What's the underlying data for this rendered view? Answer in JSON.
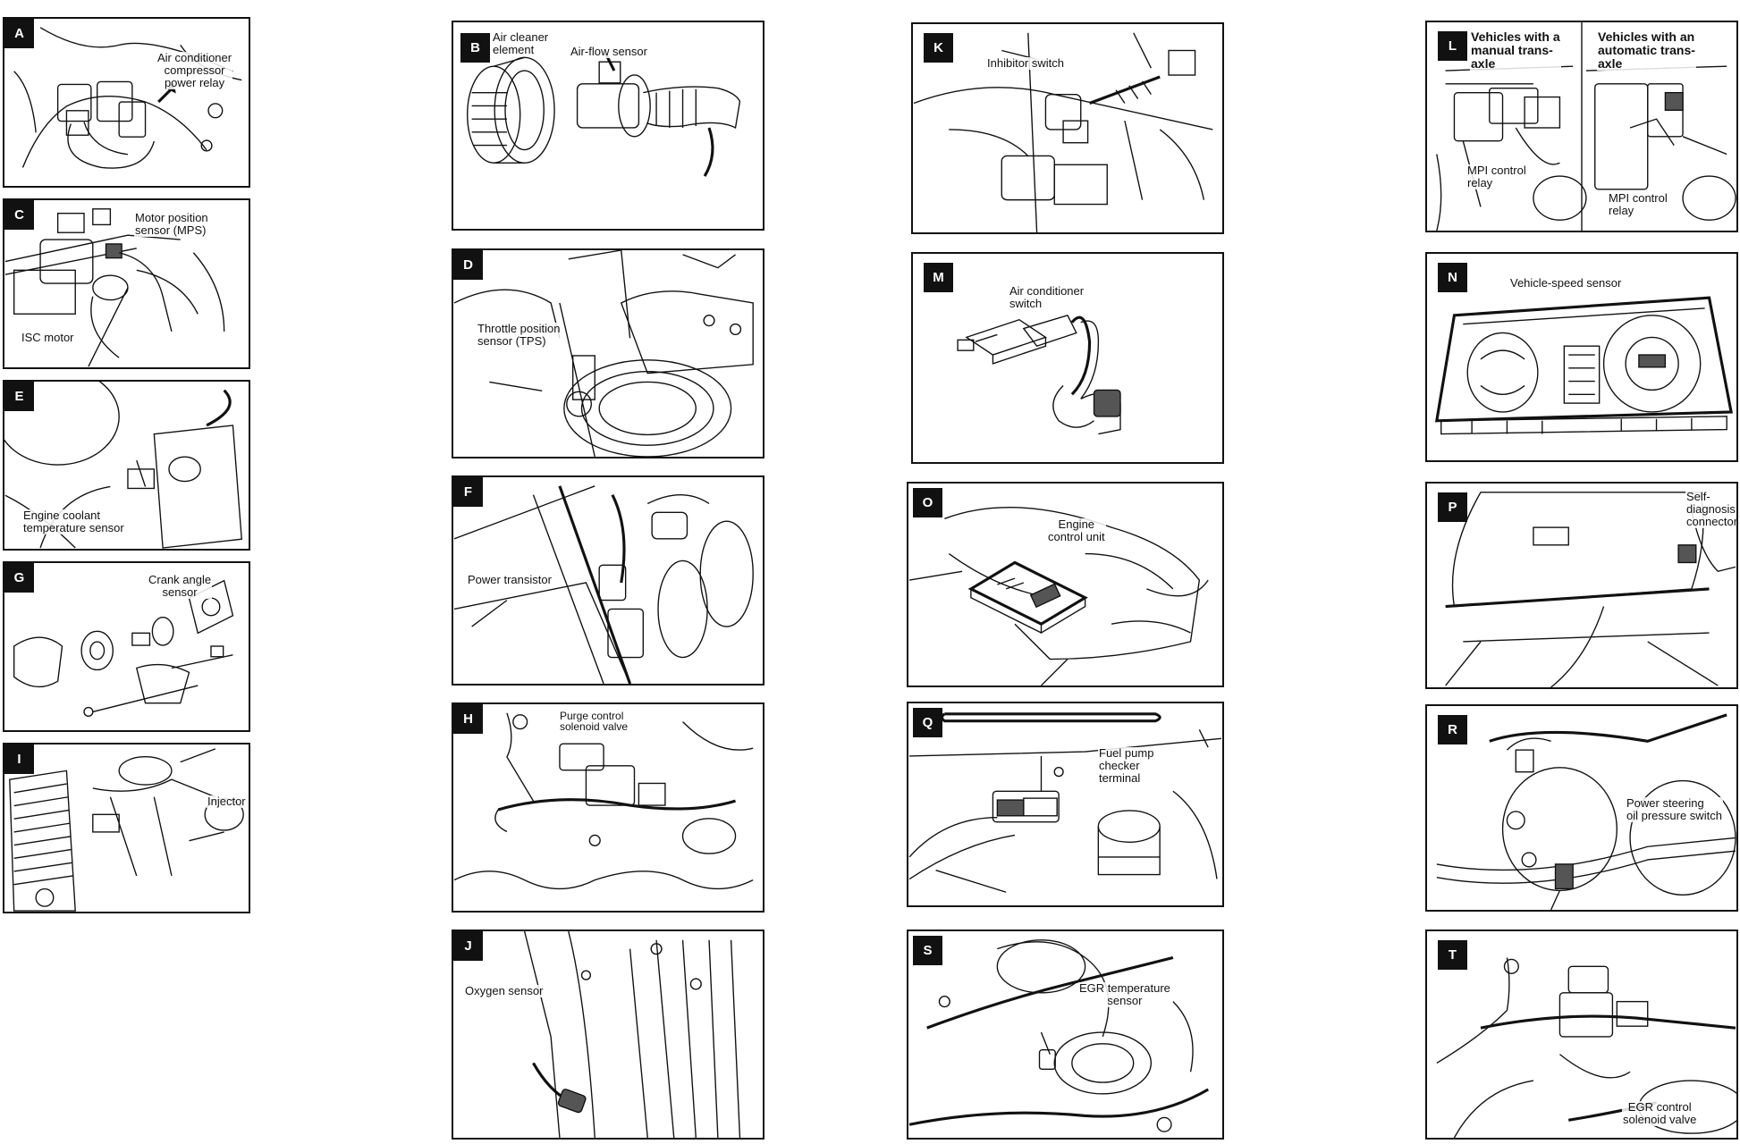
{
  "colors": {
    "ink": "#111111",
    "paper": "#ffffff"
  },
  "panels": [
    {
      "id": "A",
      "labels": [
        "Air conditioner\ncompressor\npower relay"
      ]
    },
    {
      "id": "B",
      "labels": [
        "Air cleaner\nelement",
        "Air-flow sensor"
      ]
    },
    {
      "id": "C",
      "labels": [
        "Motor position\nsensor (MPS)",
        "ISC motor"
      ]
    },
    {
      "id": "D",
      "labels": [
        "Throttle position\nsensor (TPS)"
      ]
    },
    {
      "id": "E",
      "labels": [
        "Engine coolant\ntemperature sensor"
      ]
    },
    {
      "id": "F",
      "labels": [
        "Power transistor"
      ]
    },
    {
      "id": "G",
      "labels": [
        "Crank angle\nsensor"
      ]
    },
    {
      "id": "H",
      "labels": [
        "Purge control\nsolenoid valve"
      ]
    },
    {
      "id": "I",
      "labels": [
        "Injector"
      ]
    },
    {
      "id": "J",
      "labels": [
        "Oxygen sensor"
      ]
    },
    {
      "id": "K",
      "labels": [
        "Inhibitor switch"
      ]
    },
    {
      "id": "L",
      "labels": [
        "Vehicles with a\nmanual trans-\naxle",
        "Vehicles with an\nautomatic trans-\naxle",
        "MPI control\nrelay",
        "MPI control\nrelay"
      ]
    },
    {
      "id": "M",
      "labels": [
        "Air conditioner\nswitch"
      ]
    },
    {
      "id": "N",
      "labels": [
        "Vehicle-speed sensor"
      ]
    },
    {
      "id": "O",
      "labels": [
        "Engine\ncontrol unit"
      ]
    },
    {
      "id": "P",
      "labels": [
        "Self-diagnosis\nconnector"
      ]
    },
    {
      "id": "Q",
      "labels": [
        "Fuel pump\nchecker\nterminal"
      ]
    },
    {
      "id": "R",
      "labels": [
        "Power steering\noil pressure switch"
      ]
    },
    {
      "id": "S",
      "labels": [
        "EGR temperature\nsensor"
      ]
    },
    {
      "id": "T",
      "labels": [
        "EGR control\nsolenoid valve"
      ]
    }
  ]
}
